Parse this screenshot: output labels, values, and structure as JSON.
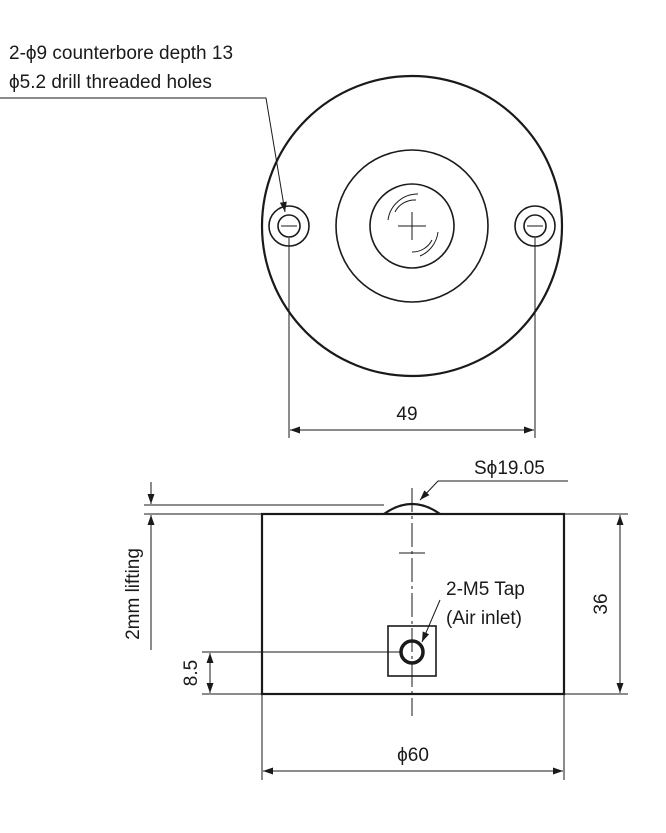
{
  "top_view": {
    "callout_line1": "2-ϕ9 counterbore depth 13",
    "callout_line2": "ϕ5.2 drill threaded holes",
    "hole_spacing": "49"
  },
  "side_view": {
    "ball_diameter": "Sϕ19.05",
    "lifting_label": "2mm lifting",
    "height": "36",
    "tap_label": "2-M5 Tap",
    "tap_sublabel": "(Air inlet)",
    "port_height": "8.5",
    "body_diameter": "ϕ60"
  }
}
